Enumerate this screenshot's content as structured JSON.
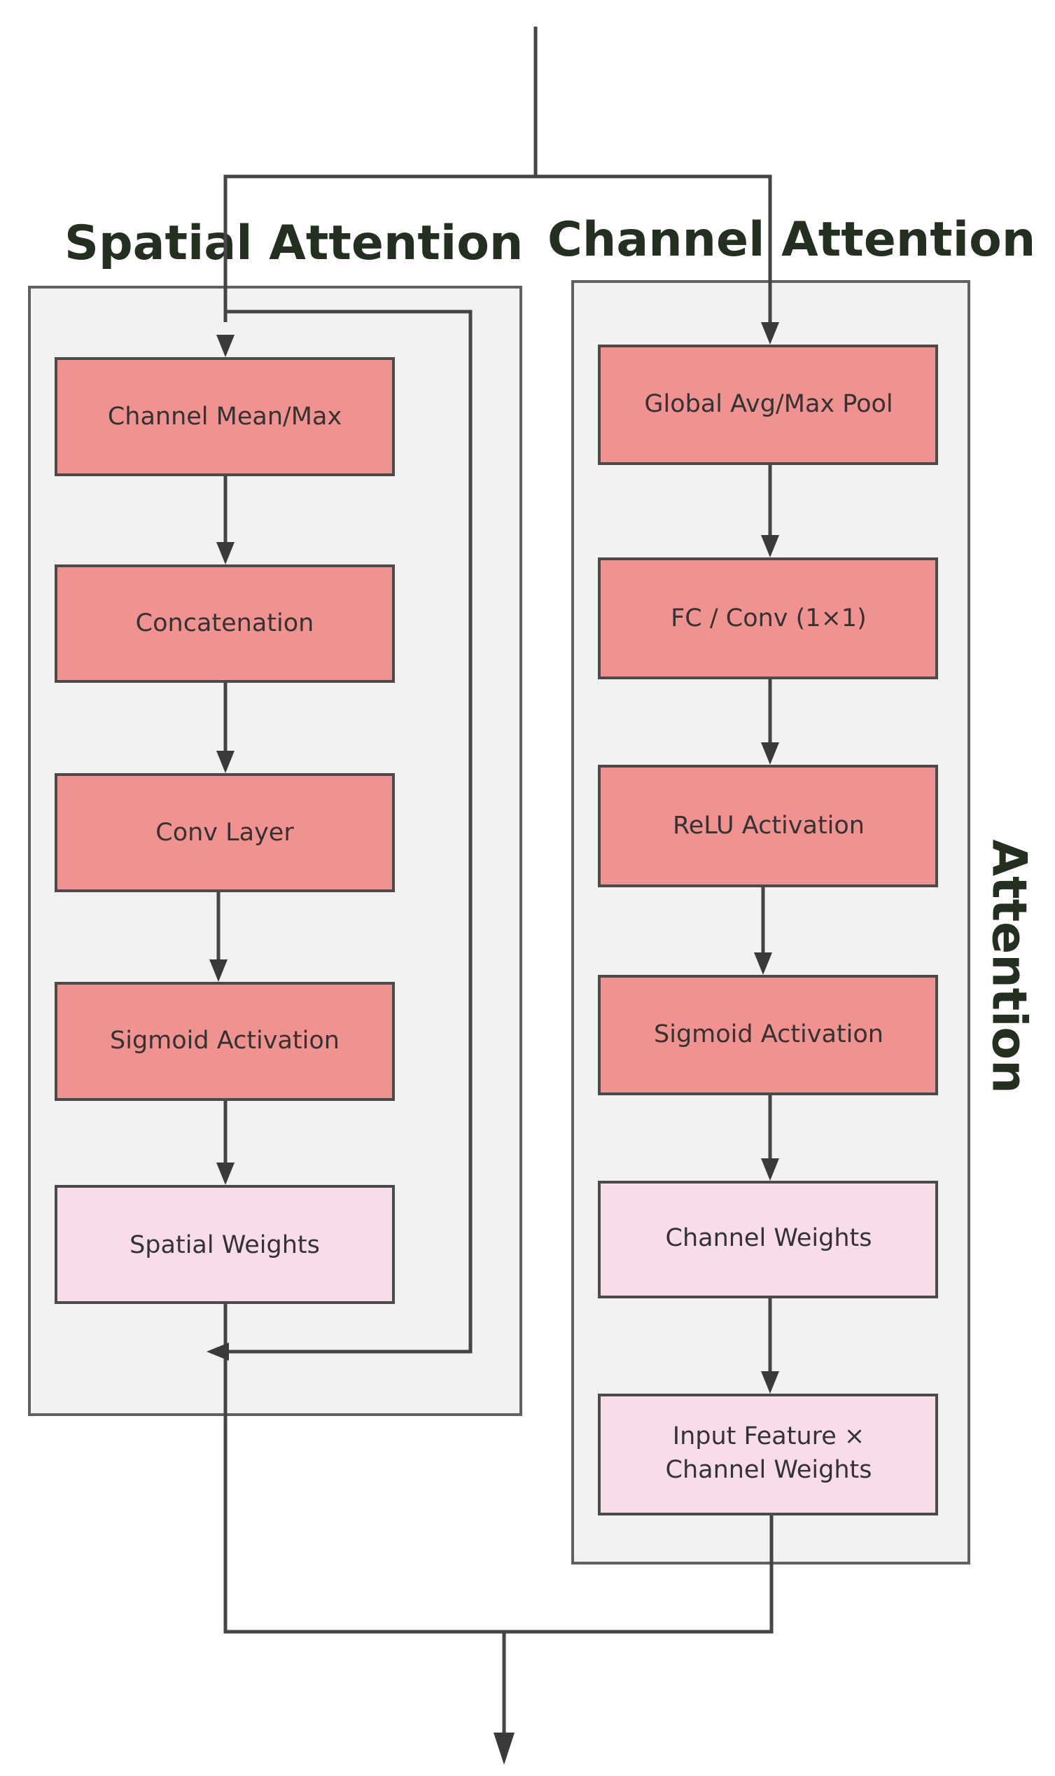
{
  "titles": {
    "spatial": "Spatial Attention",
    "channel": "Channel Attention",
    "side": "Attention"
  },
  "spatial_blocks": [
    {
      "label": "Channel Mean/Max",
      "kind": "op"
    },
    {
      "label": "Concatenation",
      "kind": "op"
    },
    {
      "label": "Conv Layer",
      "kind": "op"
    },
    {
      "label": "Sigmoid Activation",
      "kind": "op"
    },
    {
      "label": "Spatial Weights",
      "kind": "out"
    }
  ],
  "channel_blocks": [
    {
      "label": "Global Avg/Max Pool",
      "kind": "op"
    },
    {
      "label": "FC / Conv (1×1)",
      "kind": "op"
    },
    {
      "label": "ReLU Activation",
      "kind": "op"
    },
    {
      "label": "Sigmoid Activation",
      "kind": "op"
    },
    {
      "label": "Channel Weights",
      "kind": "out"
    },
    {
      "label": "Input Feature ×",
      "label2": "Channel Weights",
      "kind": "out"
    }
  ],
  "colors": {
    "op_block": "#f0928f",
    "output_block": "#f9dcea",
    "panel": "#f2f2f2",
    "line": "#454545",
    "title": "#24301f"
  }
}
